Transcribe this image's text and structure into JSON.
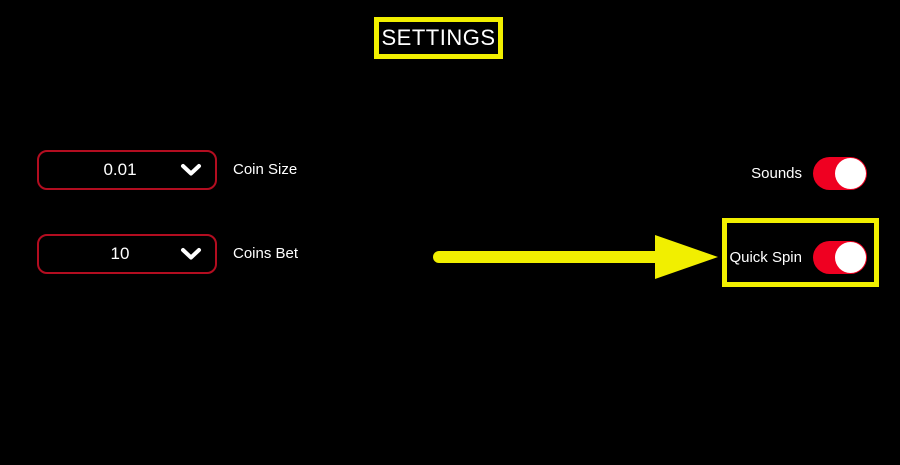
{
  "title": "SETTINGS",
  "dropdowns": [
    {
      "id": "coin-size",
      "value": "0.01",
      "label": "Coin Size",
      "icon": "chevron-down-icon"
    },
    {
      "id": "coins-bet",
      "value": "10",
      "label": "Coins Bet",
      "icon": "chevron-down-icon"
    }
  ],
  "toggles": [
    {
      "id": "sounds",
      "label": "Sounds",
      "state": "on"
    },
    {
      "id": "quick-spin",
      "label": "Quick Spin",
      "state": "on",
      "highlighted": true
    }
  ],
  "annotations": {
    "title_box": "yellow-rectangle-highlight",
    "quick_spin_box": "yellow-rectangle-highlight",
    "arrow": "yellow-right-arrow pointing at Quick Spin toggle"
  },
  "colors": {
    "background": "#000000",
    "text": "#ffffff",
    "highlight_yellow": "#f1ef00",
    "toggle_on_red": "#ef0021",
    "dropdown_border_red": "#b30d20",
    "toggle_knob": "#ffffff"
  }
}
